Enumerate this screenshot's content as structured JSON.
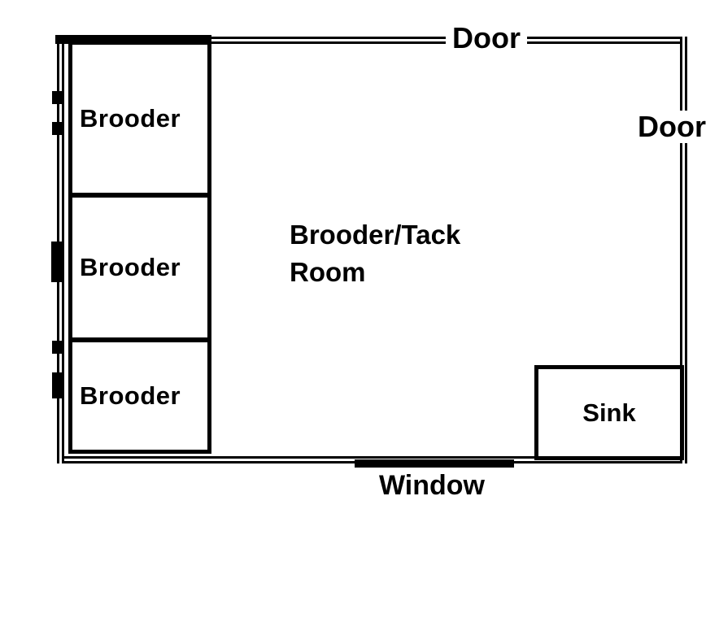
{
  "diagram": {
    "type": "floor-plan",
    "room": {
      "label_line1": "Brooder/Tack",
      "label_line2": "Room"
    },
    "brooders": [
      {
        "label": "Brooder"
      },
      {
        "label": "Brooder"
      },
      {
        "label": "Brooder"
      }
    ],
    "fixtures": {
      "sink_label": "Sink",
      "door_top_label": "Door",
      "door_right_label": "Door",
      "window_label": "Window"
    },
    "colors": {
      "wall": "#000000",
      "background": "#ffffff"
    }
  }
}
